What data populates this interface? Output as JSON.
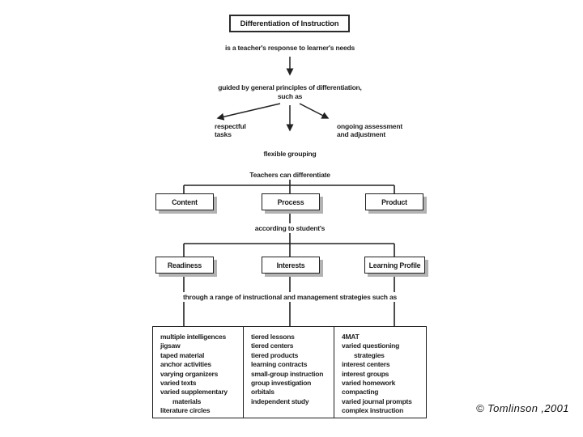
{
  "diagram": {
    "title": "Differentiation of Instruction",
    "response": "is a teacher's response to learner's needs",
    "guided": "guided by general principles of differentiation,\nsuch as",
    "principles": {
      "respectful": "respectful\ntasks",
      "flexible": "flexible grouping",
      "ongoing": "ongoing assessment\nand adjustment"
    },
    "differentiate_heading": "Teachers can differentiate",
    "differentiate_nodes": {
      "content": "Content",
      "process": "Process",
      "product": "Product"
    },
    "according_heading": "according to student's",
    "student_nodes": {
      "readiness": "Readiness",
      "interests": "Interests",
      "learning_profile": "Learning Profile"
    },
    "strategies_heading": "through a range of instructional and management strategies such as",
    "strategy_columns": [
      {
        "items": [
          "multiple intelligences",
          "jigsaw",
          "taped material",
          "anchor activities",
          "varying organizers",
          "varied texts",
          "varied supplementary materials",
          "literature circles"
        ]
      },
      {
        "items": [
          "tiered lessons",
          "tiered centers",
          "tiered products",
          "learning contracts",
          "small-group instruction",
          "group investigation",
          "orbitals",
          "independent study"
        ]
      },
      {
        "items": [
          "4MAT",
          "varied questioning strategies",
          "interest centers",
          "interest groups",
          "varied homework",
          "compacting",
          "varied journal prompts",
          "complex instruction"
        ]
      }
    ],
    "attribution": "© Tomlinson ,2001",
    "colors": {
      "line": "#222222",
      "box_border": "#1f1f1f",
      "shadow": "#b2b2b2",
      "background": "#ffffff"
    }
  }
}
